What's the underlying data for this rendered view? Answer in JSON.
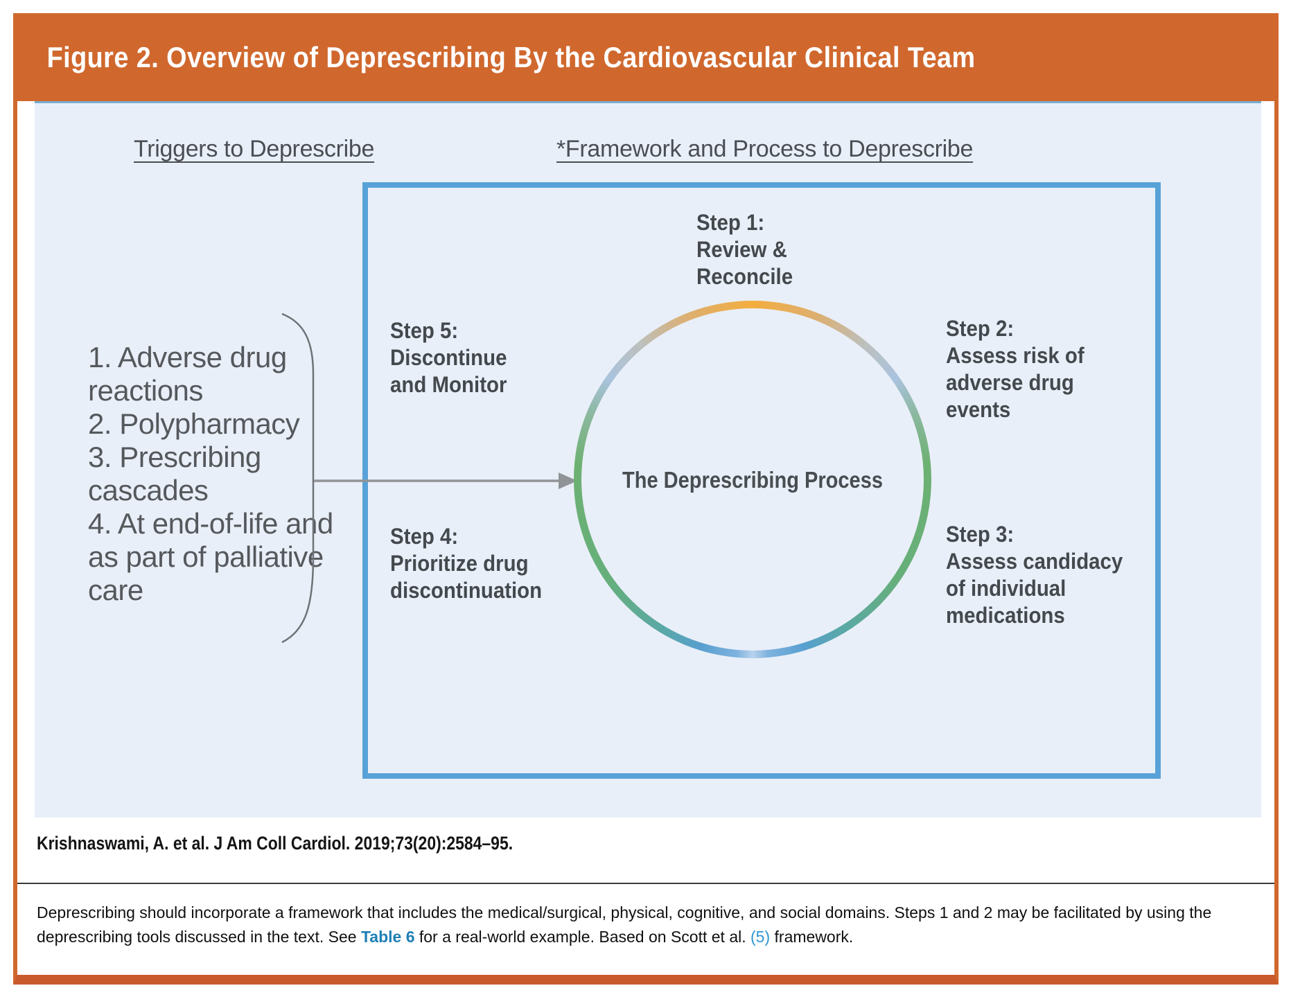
{
  "header": {
    "title": "Figure 2. Overview of Deprescribing By the Cardiovascular Clinical Team"
  },
  "columns": {
    "triggers_heading": "Triggers to Deprescribe",
    "framework_heading": "*Framework and Process to Deprescribe"
  },
  "triggers": {
    "items": [
      "1. Adverse drug reactions",
      "2. Polypharmacy",
      "3. Prescribing cascades",
      "4. At end-of-life and as part of palliative care"
    ]
  },
  "process": {
    "center_label": "The Deprescribing Process",
    "steps": [
      {
        "id": "step-1",
        "lines": [
          "Step 1:",
          "Review &",
          "Reconcile"
        ]
      },
      {
        "id": "step-2",
        "lines": [
          "Step 2:",
          "Assess risk of",
          "adverse drug",
          "events"
        ]
      },
      {
        "id": "step-3",
        "lines": [
          "Step 3:",
          "Assess candidacy",
          "of individual",
          "medications"
        ]
      },
      {
        "id": "step-4",
        "lines": [
          "Step 4:",
          "Prioritize drug",
          "discontinuation"
        ]
      },
      {
        "id": "step-5",
        "lines": [
          "Step 5:",
          "Discontinue",
          "and Monitor"
        ]
      }
    ]
  },
  "citation": "Krishnaswami, A. et al. J Am Coll Cardiol. 2019;73(20):2584–95.",
  "caption": {
    "part1": "Deprescribing should incorporate a framework that includes the medical/surgical, physical, cognitive, and social domains. Steps 1 and 2 may be facilitated by using the deprescribing tools discussed in the text. See ",
    "link1": "Table 6",
    "part2": " for a real-world example. Based on Scott et al. ",
    "link2": "(5)",
    "part3": " framework."
  },
  "colors": {
    "frame_orange": "#D0682E",
    "panel_blue": "#E9EFF8",
    "panel_top_line": "#76ACD2",
    "box_border_blue": "#58A2D8",
    "text_dark": "#474C52",
    "arrow_gray": "#909497",
    "table_link_blue": "#1F7FB5",
    "ref_link_blue": "#2E96D2",
    "ring_top_orange": "#F4AD3D",
    "ring_green": "#69B06F",
    "ring_blue": "#589FD0",
    "ring_bottom_light_blue": "#B7D2ED"
  }
}
